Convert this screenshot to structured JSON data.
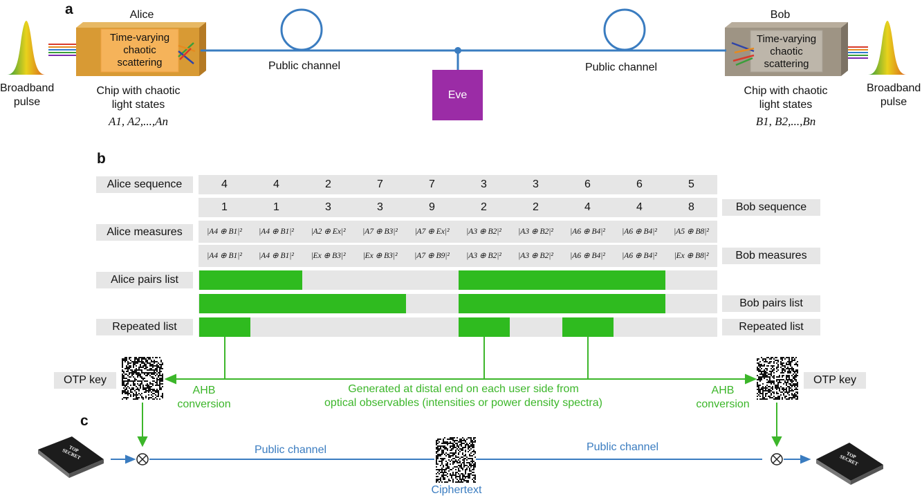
{
  "panel_a": {
    "letter": "a",
    "alice_name": "Alice",
    "bob_name": "Bob",
    "alice_chip_text": [
      "Time-varying",
      "chaotic",
      "scattering"
    ],
    "bob_chip_text": [
      "Time-varying",
      "chaotic",
      "scattering"
    ],
    "pulse_left": [
      "Broadband",
      "pulse"
    ],
    "pulse_right": [
      "Broadband",
      "pulse"
    ],
    "chip_caption_left": [
      "Chip with chaotic",
      "light states"
    ],
    "chip_caption_right": [
      "Chip with chaotic",
      "light states"
    ],
    "alice_states": "A1, A2,...,An",
    "bob_states": "B1, B2,...,Bn",
    "public_channel_left": "Public channel",
    "public_channel_right": "Public channel",
    "eve": "Eve",
    "colors": {
      "channel": "#3a7cc0",
      "eve": "#9b2ca6",
      "alice_chip": "#d89a34",
      "bob_chip": "#9e9484"
    }
  },
  "panel_b": {
    "letter": "b",
    "labels": {
      "alice_sequence": "Alice sequence",
      "bob_sequence": "Bob sequence",
      "alice_measures": "Alice measures",
      "bob_measures": "Bob measures",
      "alice_pairs": "Alice pairs list",
      "bob_pairs": "Bob pairs list",
      "repeated_left": "Repeated list",
      "repeated_right": "Repeated list"
    },
    "alice_sequence": [
      "4",
      "4",
      "2",
      "7",
      "7",
      "3",
      "3",
      "6",
      "6",
      "5"
    ],
    "bob_sequence": [
      "1",
      "1",
      "3",
      "3",
      "9",
      "2",
      "2",
      "4",
      "4",
      "8"
    ],
    "alice_measures": [
      "|A4 ⊕ B1|²",
      "|A4 ⊕ B1|²",
      "|A2 ⊕ Ex|²",
      "|A7 ⊕ B3|²",
      "|A7 ⊕ Ex|²",
      "|A3 ⊕ B2|²",
      "|A3 ⊕ B2|²",
      "|A6 ⊕ B4|²",
      "|A6 ⊕ B4|²",
      "|A5 ⊕ B8|²"
    ],
    "bob_measures": [
      "|A4 ⊕ B1|²",
      "|A4 ⊕ B1|²",
      "|Ex ⊕ B3|²",
      "|Ex ⊕ B3|²",
      "|A7 ⊕ B9|²",
      "|A3 ⊕ B2|²",
      "|A3 ⊕ B2|²",
      "|A6 ⊕ B4|²",
      "|A6 ⊕ B4|²",
      "|Ex ⊕ B8|²"
    ],
    "alice_pairs_mask": [
      1,
      1,
      0,
      0,
      0,
      1,
      1,
      1,
      1,
      0
    ],
    "bob_pairs_mask": [
      1,
      1,
      1,
      1,
      0,
      1,
      1,
      1,
      1,
      0
    ],
    "repeated_mask": [
      1,
      0,
      0,
      0,
      0,
      1,
      0,
      1,
      0,
      0
    ],
    "otp_key_left": "OTP key",
    "otp_key_right": "OTP key",
    "ahb_left": [
      "AHB",
      "conversion"
    ],
    "ahb_right": [
      "AHB",
      "conversion"
    ],
    "generated_text": [
      "Generated at distal end on each user side from",
      "optical observables (intensities or power density spectra)"
    ],
    "colors": {
      "green": "#2fbb1f",
      "green_text": "#3cb62a",
      "row_bg": "#e6e6e6"
    }
  },
  "panel_c": {
    "letter": "c",
    "public_channel_left": "Public channel",
    "public_channel_right": "Public channel",
    "ciphertext": "Ciphertext",
    "book_text": [
      "TOP",
      "SECRET"
    ],
    "xor_symbol": "⊗"
  }
}
